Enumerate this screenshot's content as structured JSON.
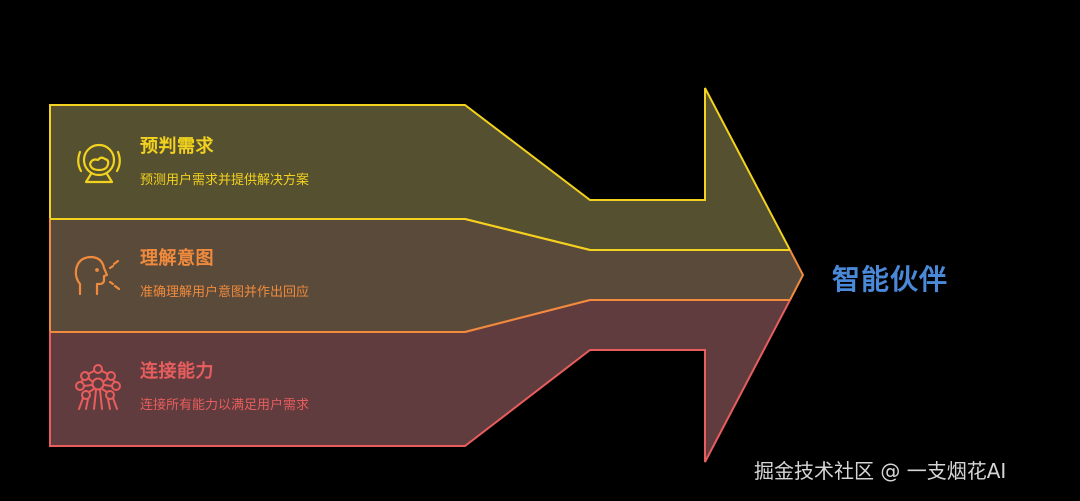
{
  "diagram": {
    "type": "converging-arrow",
    "stages": [
      {
        "title": "预判需求",
        "description": "预测用户需求并提供解决方案",
        "icon": "crystal-ball-icon",
        "color": "#f2d21f",
        "fill": "#55502f"
      },
      {
        "title": "理解意图",
        "description": "准确理解用户意图并作出回应",
        "icon": "head-speaking-icon",
        "color": "#f08a3c",
        "fill": "#5a4a3a"
      },
      {
        "title": "连接能力",
        "description": "连接所有能力以满足用户需求",
        "icon": "molecule-network-icon",
        "color": "#e85d5d",
        "fill": "#613c3e"
      }
    ],
    "result": {
      "label": "智能伙伴",
      "color": "#4a88d8"
    }
  },
  "watermark": {
    "text": "掘金技术社区 @ 一支烟花AI"
  }
}
